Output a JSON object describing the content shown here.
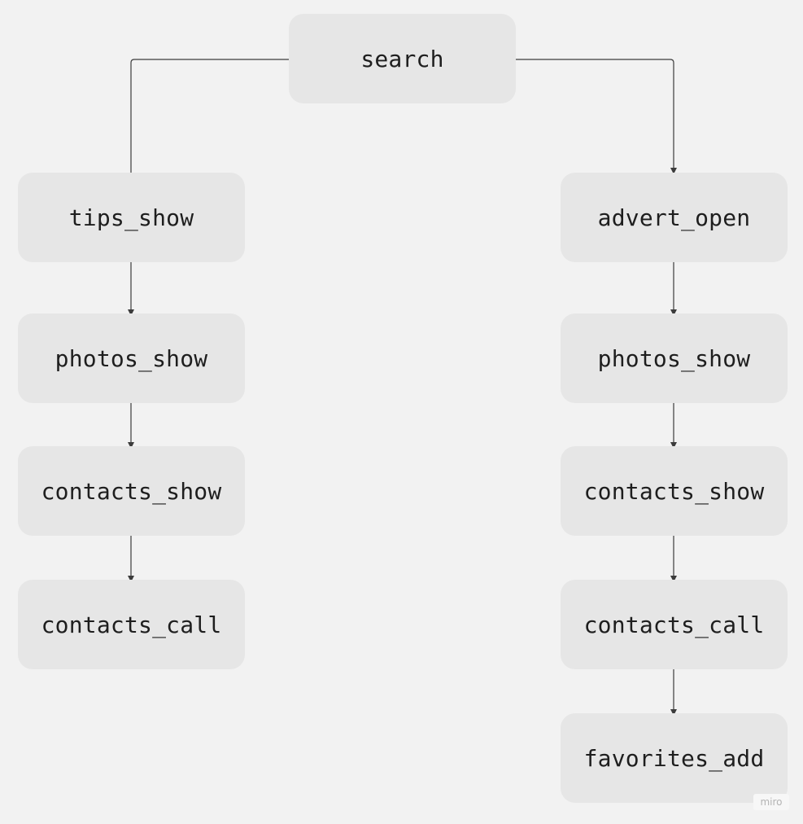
{
  "diagram": {
    "root": {
      "label": "search"
    },
    "left_branch": [
      {
        "label": "tips_show"
      },
      {
        "label": "photos_show"
      },
      {
        "label": "contacts_show"
      },
      {
        "label": "contacts_call"
      }
    ],
    "right_branch": [
      {
        "label": "advert_open"
      },
      {
        "label": "photos_show"
      },
      {
        "label": "contacts_show"
      },
      {
        "label": "contacts_call"
      },
      {
        "label": "favorites_add"
      }
    ]
  },
  "watermark": "miro",
  "colors": {
    "background": "#f2f2f2",
    "node_fill": "#e6e6e6",
    "connector": "#3c3c3c",
    "text": "#1e1e1e"
  }
}
